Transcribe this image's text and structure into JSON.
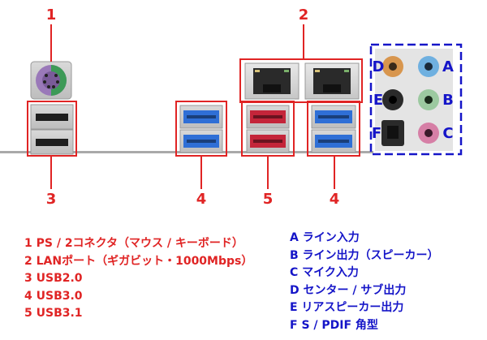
{
  "colors": {
    "callout_red": "#e02424",
    "callout_blue": "#1515c8",
    "usb3_blue": "#2f6fd6",
    "usb31_red": "#c4253a",
    "audio_orange": "#d8964e",
    "audio_light_blue": "#6fb0e0",
    "audio_black": "#2a2a2a",
    "audio_light_green": "#9cc9a0",
    "audio_pink": "#d67fa6",
    "ps2_purple": "#9a79b9",
    "ps2_green": "#3d9a57"
  },
  "callouts": {
    "ps2": "1",
    "lan": "2",
    "usb20": "3",
    "usb30_left": "4",
    "usb31": "5",
    "usb30_right": "4"
  },
  "audio_labels": [
    "D",
    "E",
    "F",
    "A",
    "B",
    "C"
  ],
  "legend_left": [
    "1 PS / 2コネクタ（マウス / キーボード）",
    "2 LANポート（ギガビット・1000Mbps）",
    "3 USB2.0",
    "4 USB3.0",
    "5 USB3.1"
  ],
  "legend_right": [
    "A ライン入力",
    "B ライン出力（スピーカー）",
    "C マイク入力",
    "D センター / サブ出力",
    "E リアスピーカー出力",
    "F S / PDIF 角型"
  ]
}
